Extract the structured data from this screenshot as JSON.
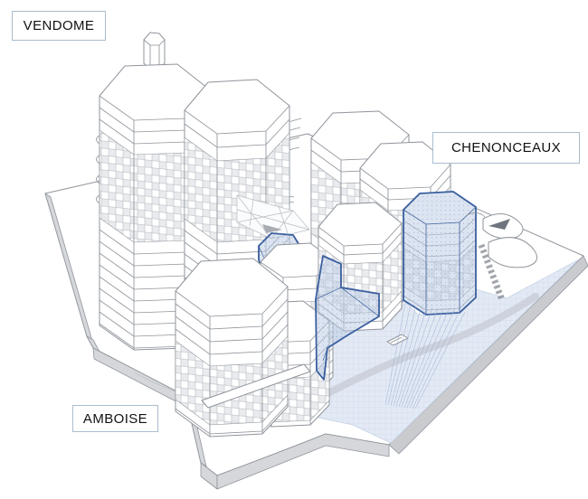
{
  "figure": {
    "type": "axonometric-architecture-diagram",
    "description": "Line drawing of hexagonal towers on a site plinth with blue highlighted volumes and plaza",
    "labels": {
      "top_left": "VENDOME",
      "right": "CHENONCEAUX",
      "bottom_left": "AMBOISE"
    }
  },
  "colors": {
    "background": "#ffffff",
    "line": "#8f949b",
    "line-light": "#b8bcc2",
    "base-side": "#d5d7da",
    "road-band": "#c9cbce",
    "checker": "#e9ebee",
    "highlight-fill": "#b9c9e3",
    "highlight-outline": "#3a5f9e",
    "plaza-fill": "#e3eaf5",
    "plaza-grid": "#c6d2e6",
    "label-border": "#a9bccf",
    "label-text": "#111111"
  }
}
